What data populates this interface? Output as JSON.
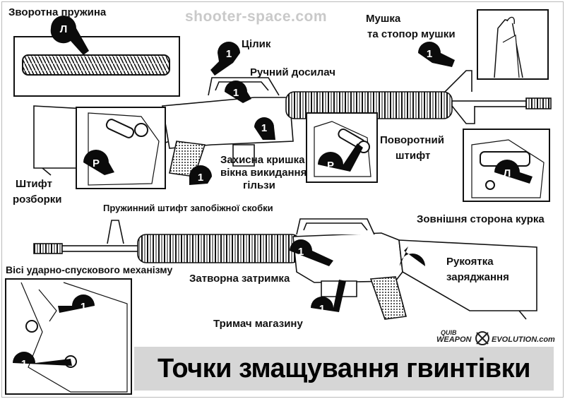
{
  "watermark": "shooter-space.com",
  "title": "Точки змащування гвинтівки",
  "logo": {
    "quib": "QUIB",
    "weapon": "WEAPON",
    "evolution": "EVOLUTION.com"
  },
  "labels": {
    "recoil_spring": "Зворотна пружина",
    "rear_sight": "Цілик",
    "forward_assist": "Ручний досилач",
    "front_sight_1": "Мушка",
    "front_sight_2": "та стопор мушки",
    "pivot_pin_1": "Поворотний",
    "pivot_pin_2": "штифт",
    "dust_cover_1": "Захисна кришка",
    "dust_cover_2": "вікна викидання",
    "dust_cover_3": "гільзи",
    "takedown_pin_1": "Штифт",
    "takedown_pin_2": "розборки",
    "trigger_guard_pin": "Пружинний штифт запобіжної скобки",
    "hammer_outer": "Зовнішня сторона курка",
    "fire_control_axes": "Вісі ударно-спускового механізму",
    "bolt_catch": "Затворна затримка",
    "charging_handle_1": "Рукоятка",
    "charging_handle_2": "заряджання",
    "magazine_catch": "Тримач магазину"
  },
  "markers": {
    "drop": "1",
    "left": "Л",
    "right": "Р"
  }
}
